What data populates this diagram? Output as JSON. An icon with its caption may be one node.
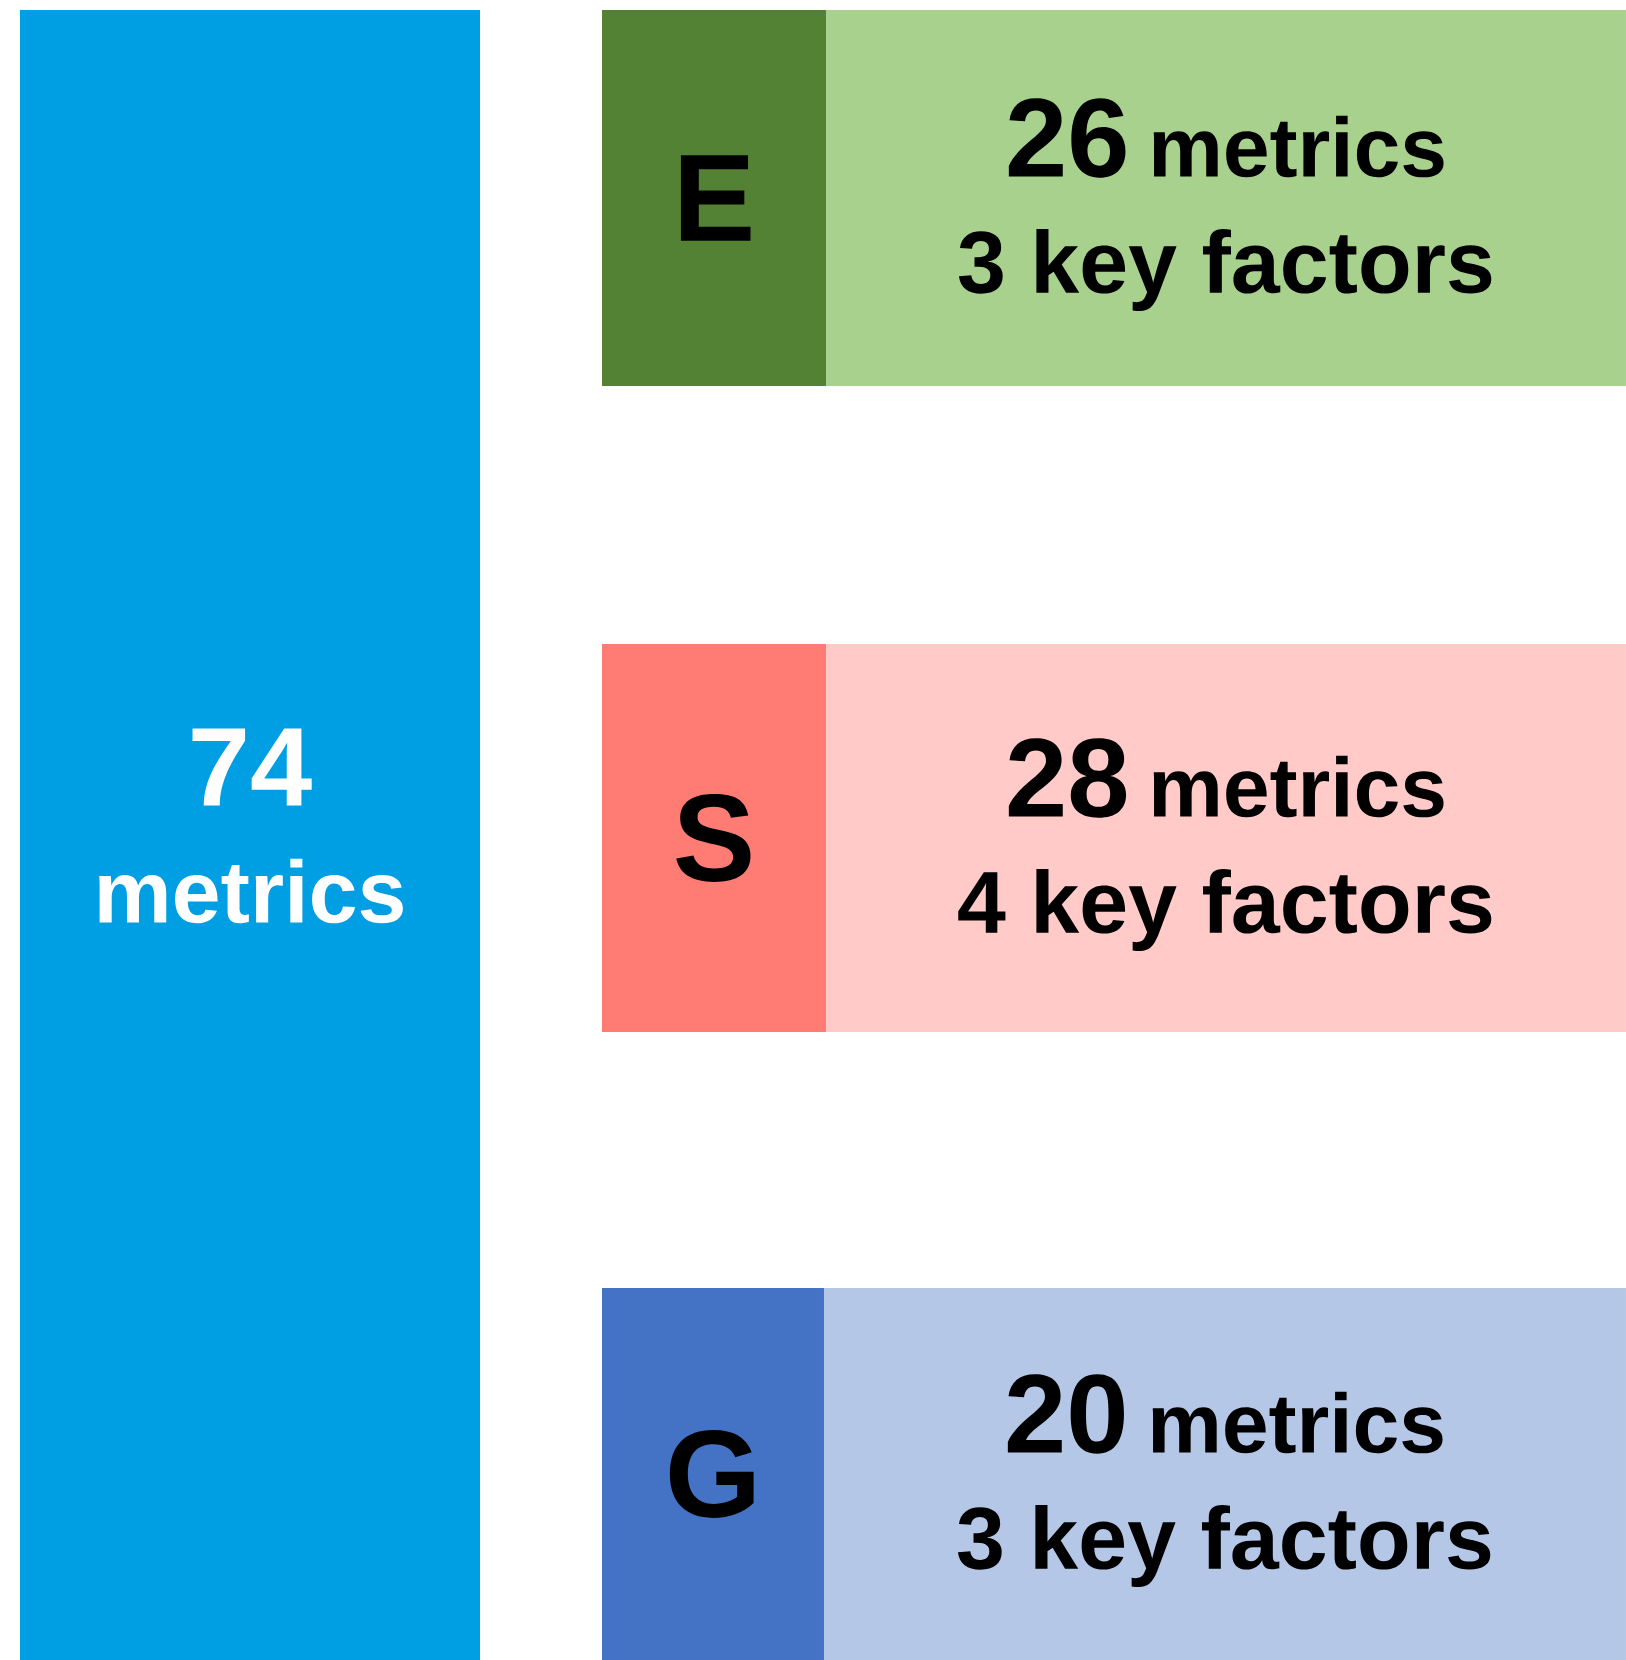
{
  "diagram": {
    "nodes": [
      {
        "text": [
          "74",
          "metrics"
        ]
      },
      {
        "text": [
          "E"
        ]
      },
      {
        "text": [
          "26",
          "metrics",
          "3 key factors"
        ]
      },
      {
        "text": [
          "S"
        ]
      },
      {
        "text": [
          "28",
          "metrics",
          "4 key factors"
        ]
      },
      {
        "text": [
          "G"
        ]
      },
      {
        "text": [
          "20",
          "metrics",
          "3 key factors"
        ]
      }
    ]
  }
}
